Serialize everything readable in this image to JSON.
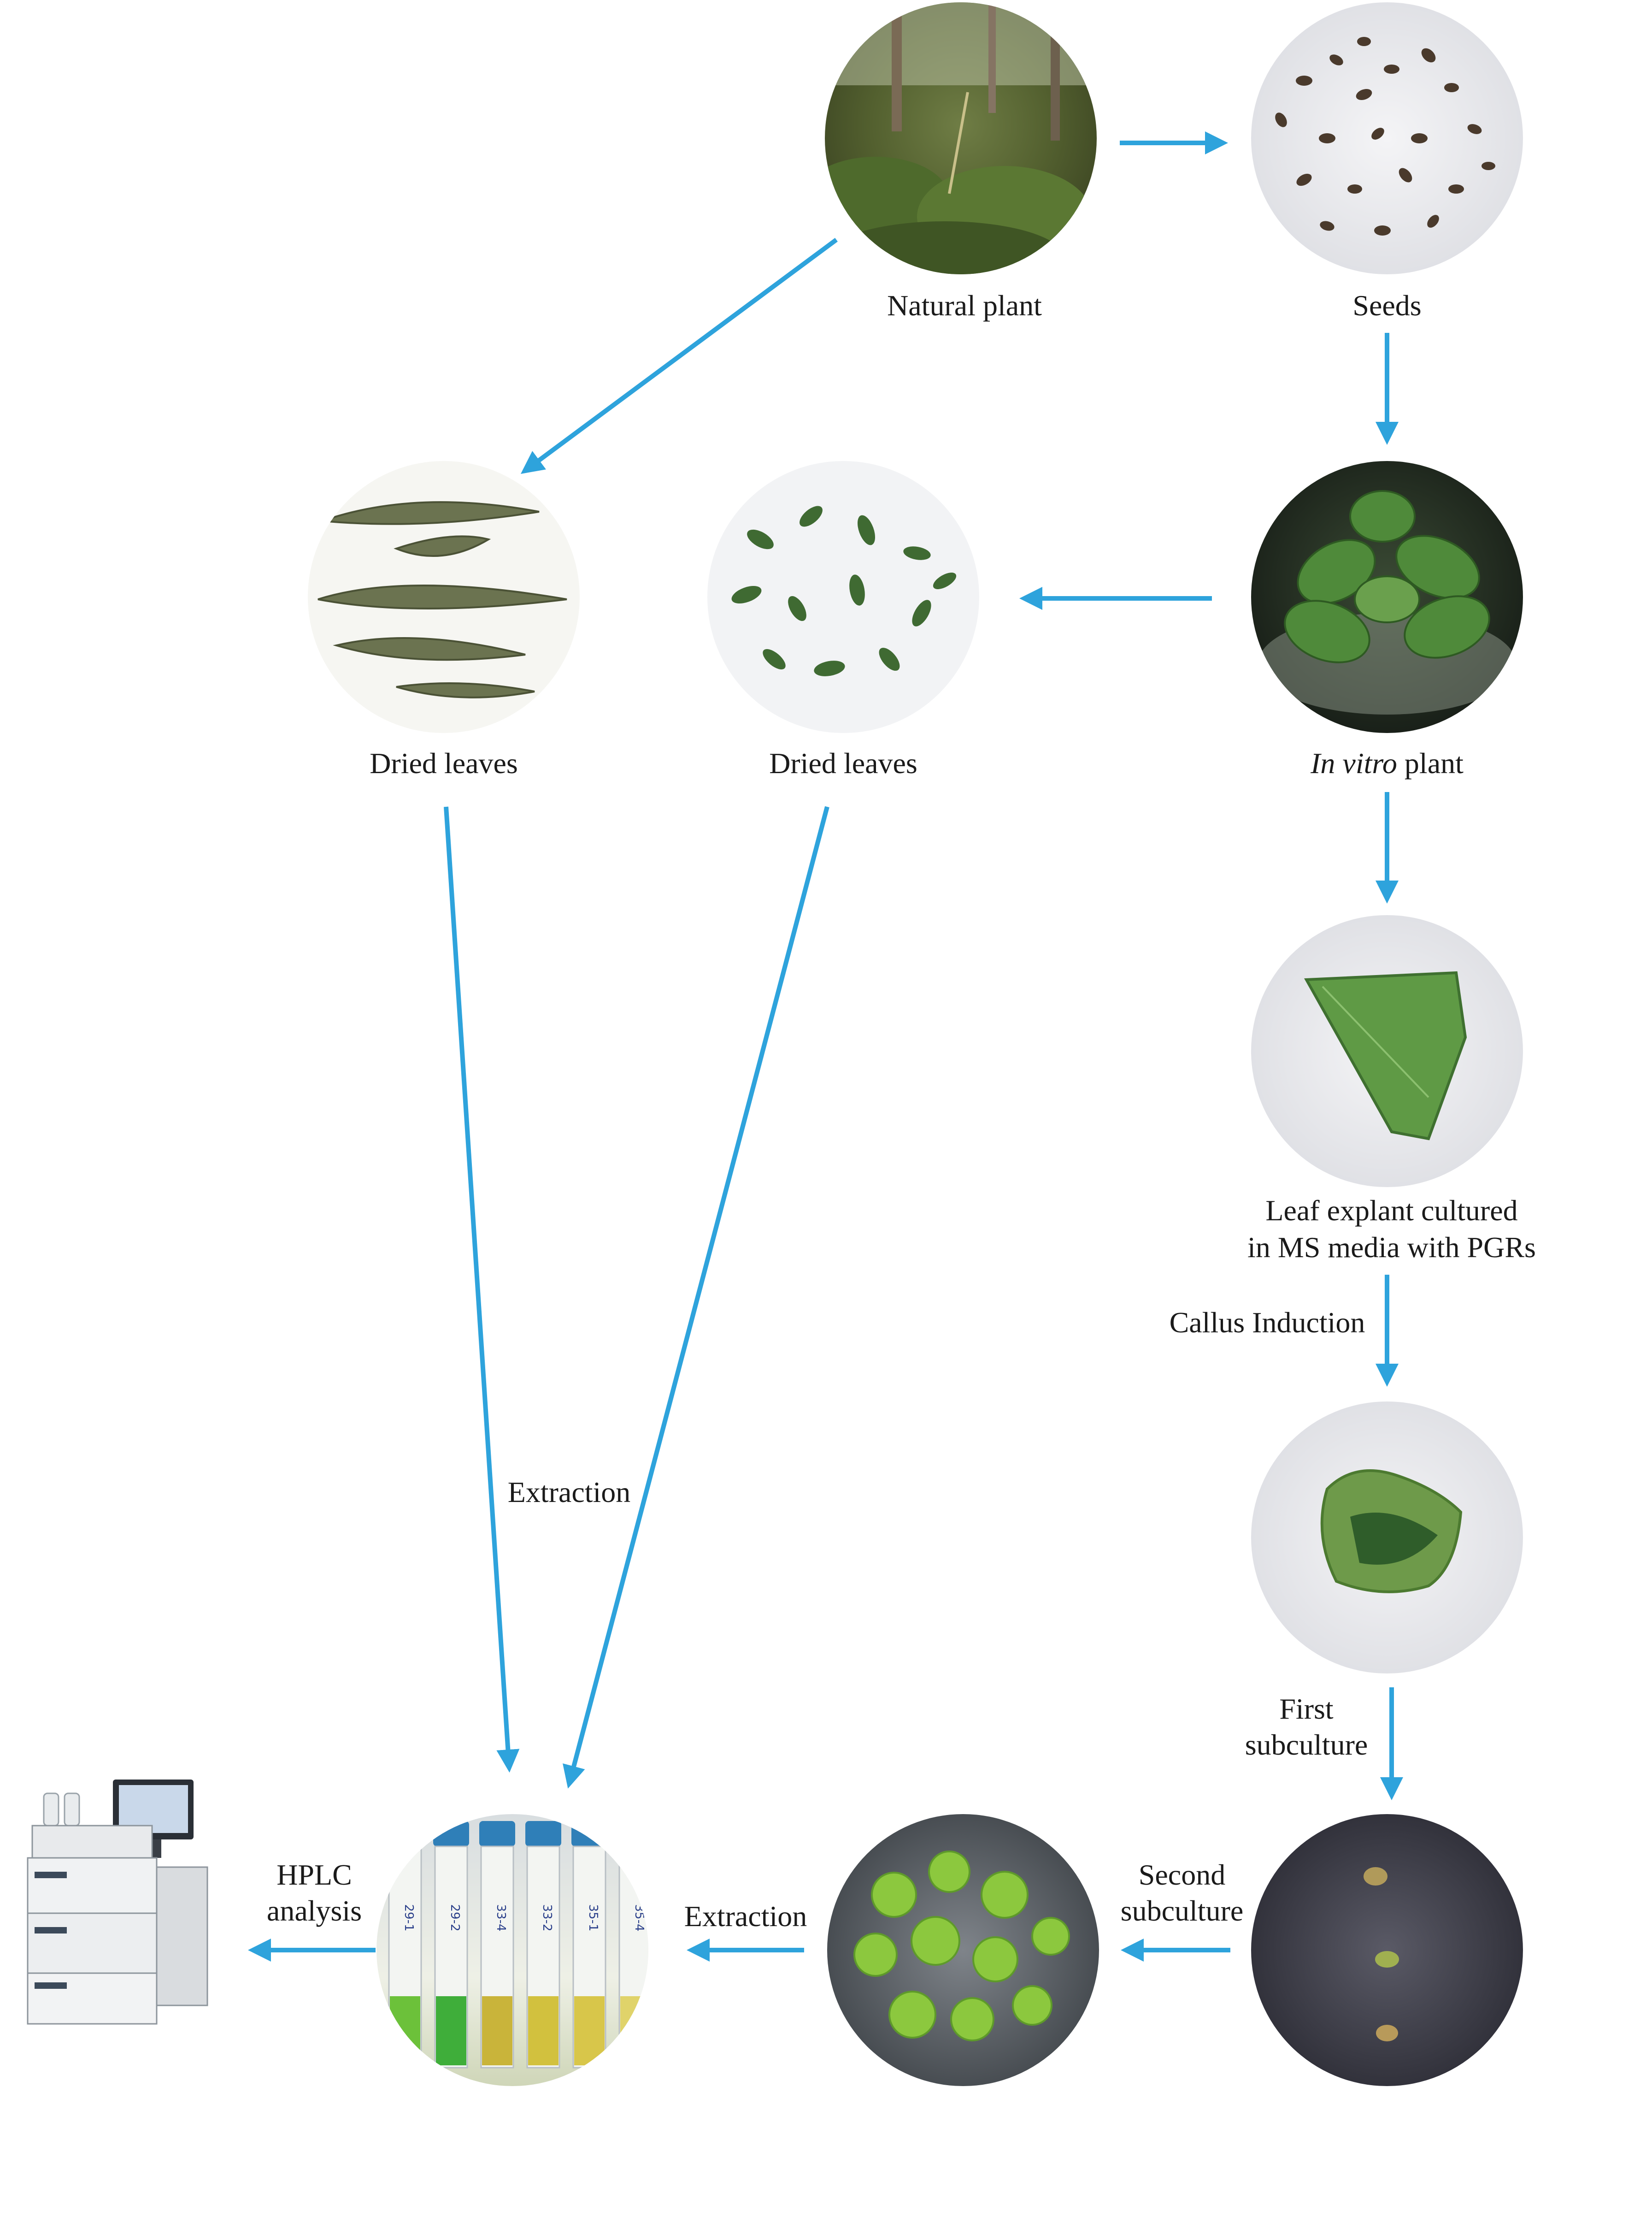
{
  "diagram": {
    "nodes": {
      "natural_plant": {
        "label": "Natural plant"
      },
      "seeds": {
        "label": "Seeds"
      },
      "in_vitro_plant": {
        "label_italic": "In vitro",
        "label_rest": " plant"
      },
      "dried_leaves_natural": {
        "label": "Dried leaves"
      },
      "dried_leaves_in_vitro": {
        "label": "Dried leaves"
      },
      "leaf_explant": {
        "label_line1": "Leaf explant cultured",
        "label_line2": "in MS media with PGRs"
      },
      "callus": {
        "label": ""
      },
      "subculture_dish": {
        "label": ""
      },
      "callus_clusters": {
        "label": ""
      },
      "extract_tubes": {
        "label": "",
        "tube_labels": [
          "29-1",
          "29-2",
          "33-4",
          "33-2",
          "35-1",
          "35-4"
        ]
      },
      "hplc_instrument": {
        "label": ""
      }
    },
    "edges": {
      "callus_induction": "Callus Induction",
      "first_subculture_line1": "First",
      "first_subculture_line2": "subculture",
      "second_subculture_line1": "Second",
      "second_subculture_line2": "subculture",
      "extraction_left": "Extraction",
      "extraction_bottom": "Extraction",
      "hplc_line1": "HPLC",
      "hplc_line2": "analysis"
    },
    "colors": {
      "arrow": "#2ea3dc",
      "label": "#1a1a1a"
    }
  }
}
